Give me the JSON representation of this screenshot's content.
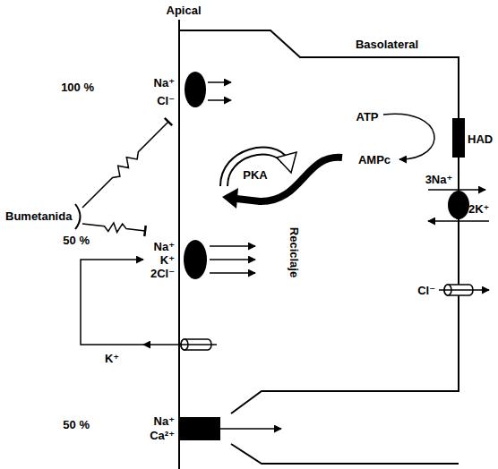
{
  "diagram": {
    "labels": [
      "Apical",
      "Basolateral",
      "100 %",
      "Na⁺",
      "Cl⁻",
      "ATP",
      "HAD",
      "AMPc",
      "PKA",
      "Bumetanida",
      "3Na⁺",
      "2K⁺",
      "50 %",
      "Na⁺",
      "K⁺",
      "2Cl⁻",
      "Reciclaje",
      "Cl⁻",
      "K⁺",
      "50 %",
      "Na⁺",
      "Ca²⁺"
    ]
  }
}
